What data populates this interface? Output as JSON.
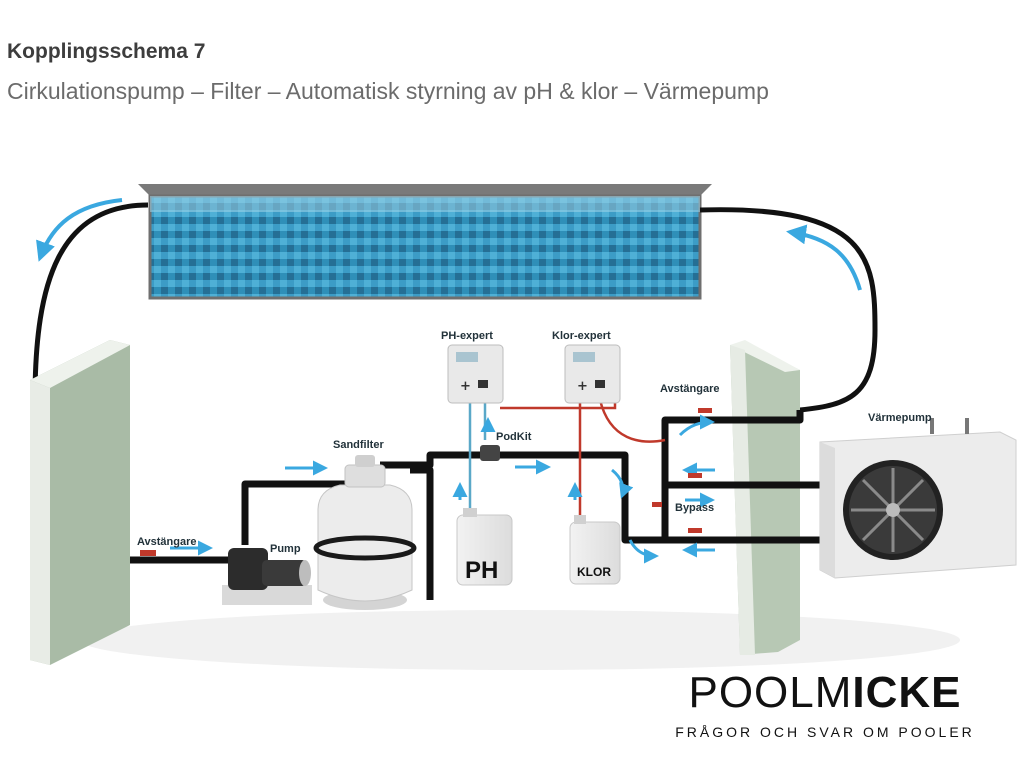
{
  "header": {
    "title": "Kopplingsschema 7",
    "subtitle": "Cirkulationspump – Filter – Automatisk styrning av pH & klor – Värmepump"
  },
  "labels": {
    "ph_expert": "PH-expert",
    "klor_expert": "Klor-expert",
    "podkit": "PodKit",
    "sandfilter": "Sandfilter",
    "pump": "Pump",
    "valve_left": "Avstängare",
    "valve_right": "Avstängare",
    "bypass": "Bypass",
    "heatpump": "Värmepump"
  },
  "tanks": {
    "ph": "PH",
    "klor": "KLOR"
  },
  "logo": {
    "brand_light": "POOLM",
    "brand_bold": "ICKE",
    "tagline": "FRÅGOR OCH SVAR OM POOLER"
  },
  "colors": {
    "water": "#3fa9d0",
    "arrow": "#3aa8e0",
    "pipe": "#111111",
    "wall": "#b9c9b5",
    "hose_red": "#c0392b"
  }
}
